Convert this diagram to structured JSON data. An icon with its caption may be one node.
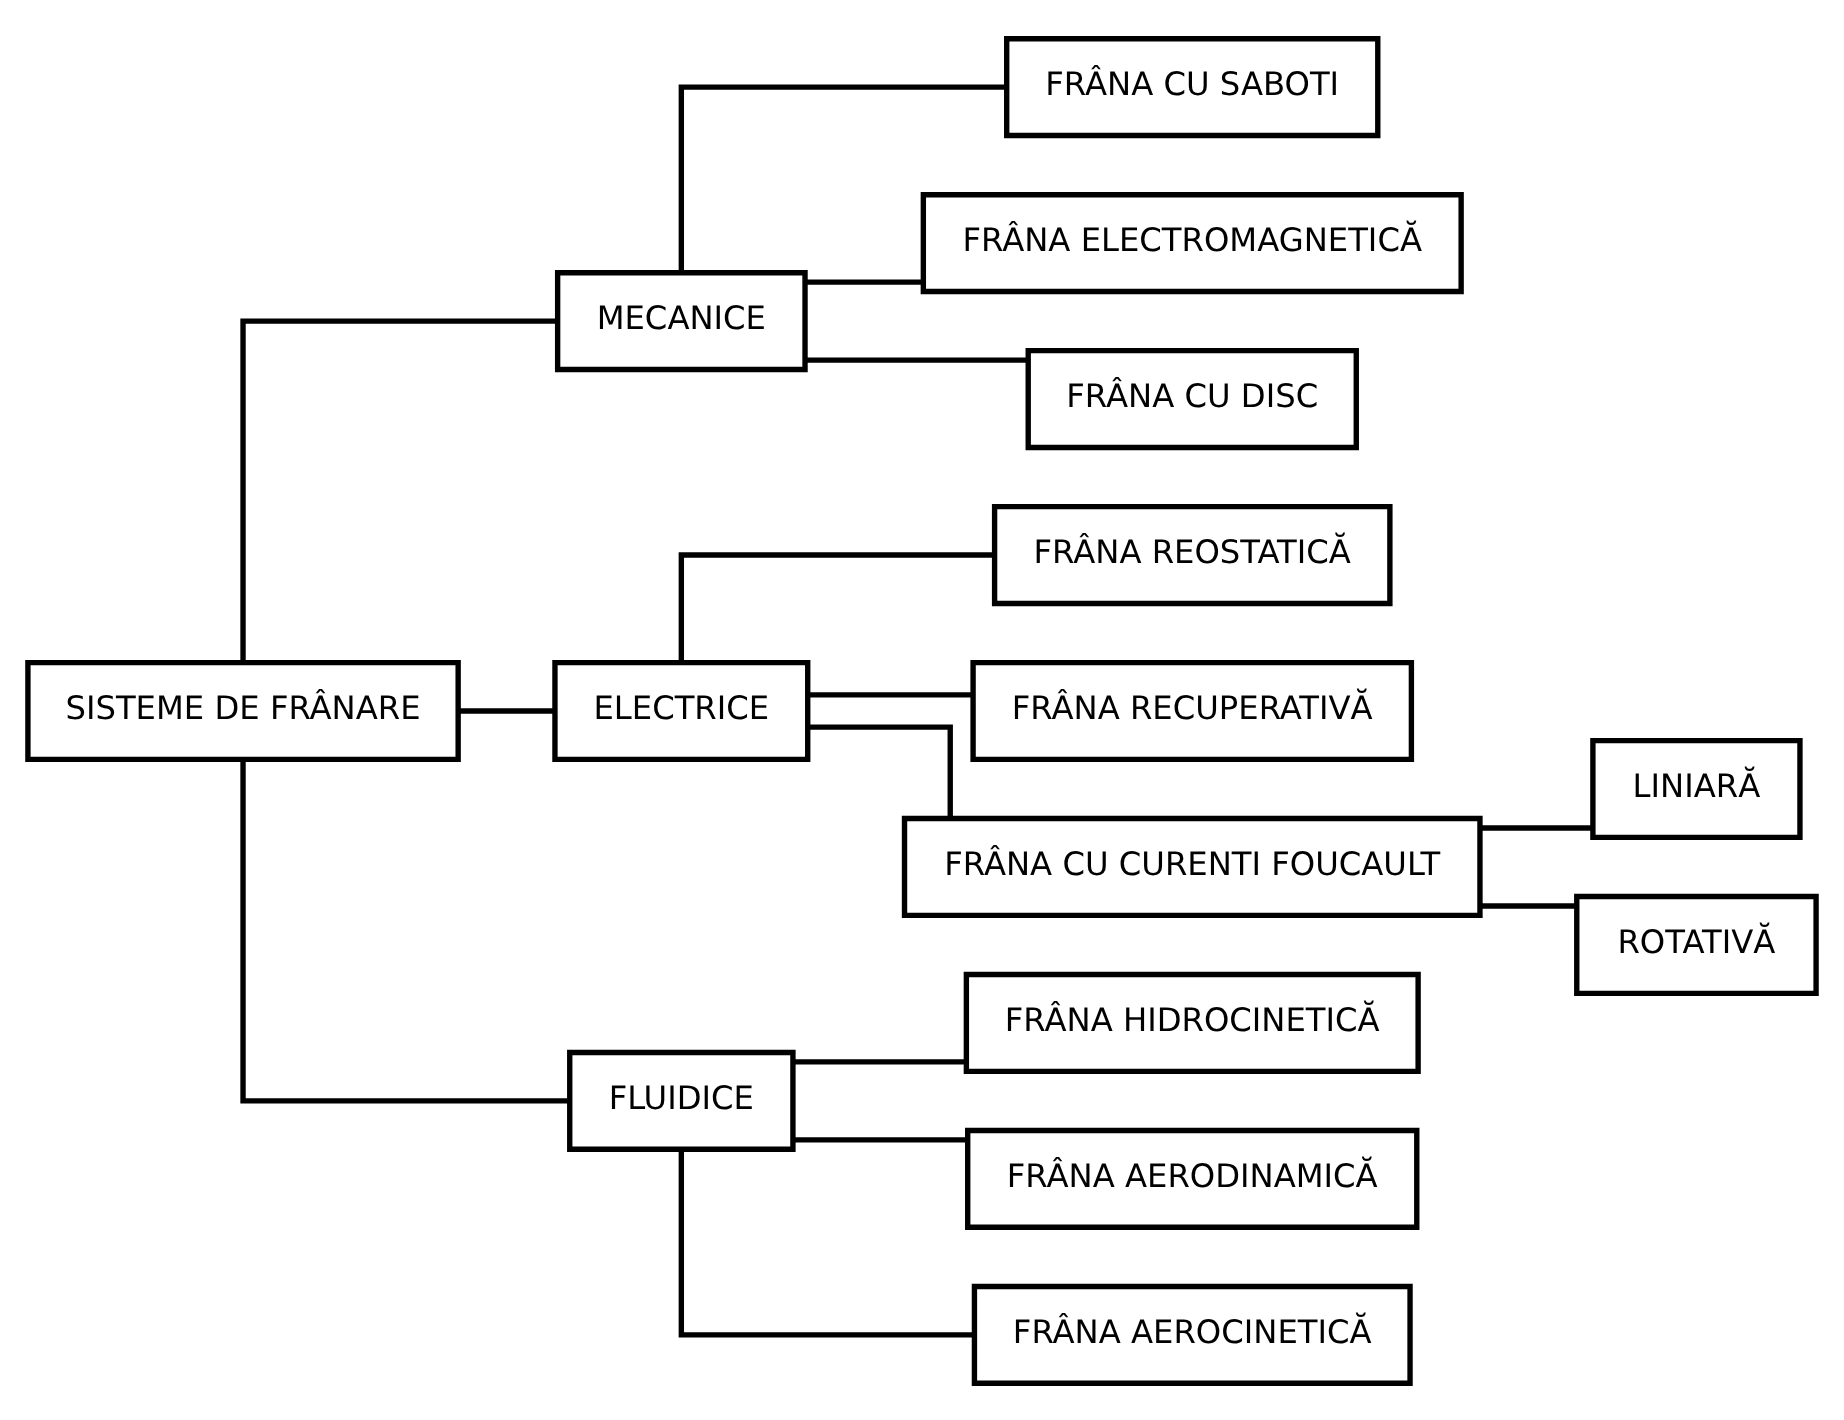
{
  "diagram": {
    "nodes": [
      {
        "text": [
          "SISTEME DE FRÂNARE"
        ]
      },
      {
        "text": [
          "MECANICE"
        ]
      },
      {
        "text": [
          "FRÂNA CU SABOTI"
        ]
      },
      {
        "text": [
          "FRÂNA ELECTROMAGNETICĂ"
        ]
      },
      {
        "text": [
          "FRÂNA CU DISC"
        ]
      },
      {
        "text": [
          "ELECTRICE"
        ]
      },
      {
        "text": [
          "FRÂNA REOSTATICĂ"
        ]
      },
      {
        "text": [
          "FRÂNA RECUPERATIVĂ"
        ]
      },
      {
        "text": [
          "FRÂNA CU CURENTI FOUCAULT"
        ]
      },
      {
        "text": [
          "LINIARĂ"
        ]
      },
      {
        "text": [
          "ROTATIVĂ"
        ]
      },
      {
        "text": [
          "FLUIDICE"
        ]
      },
      {
        "text": [
          "FRÂNA HIDROCINETICĂ"
        ]
      },
      {
        "text": [
          "FRÂNA AERODINAMICĂ"
        ]
      },
      {
        "text": [
          "FRÂNA AEROCINETICĂ"
        ]
      }
    ],
    "edges": [
      {
        "from": 0,
        "to": 1,
        "arrow": "none"
      },
      {
        "from": 0,
        "to": 5,
        "arrow": "none"
      },
      {
        "from": 0,
        "to": 11,
        "arrow": "none"
      },
      {
        "from": 1,
        "to": 2,
        "arrow": "none"
      },
      {
        "from": 1,
        "to": 3,
        "arrow": "none"
      },
      {
        "from": 1,
        "to": 4,
        "arrow": "none"
      },
      {
        "from": 5,
        "to": 6,
        "arrow": "none"
      },
      {
        "from": 5,
        "to": 7,
        "arrow": "none"
      },
      {
        "from": 5,
        "to": 8,
        "arrow": "none"
      },
      {
        "from": 8,
        "to": 9,
        "arrow": "none"
      },
      {
        "from": 8,
        "to": 10,
        "arrow": "none"
      },
      {
        "from": 11,
        "to": 12,
        "arrow": "none"
      },
      {
        "from": 11,
        "to": 13,
        "arrow": "none"
      },
      {
        "from": 11,
        "to": 14,
        "arrow": "none"
      }
    ]
  }
}
